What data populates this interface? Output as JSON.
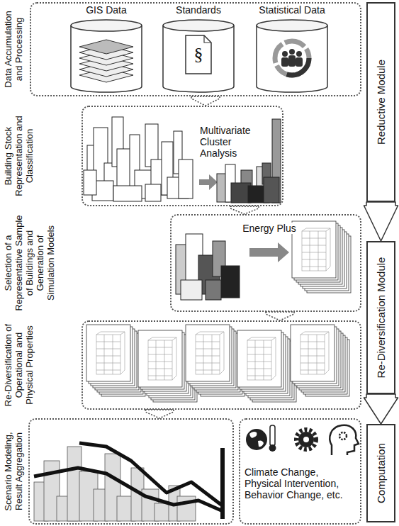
{
  "diagram": {
    "nodes": [
      {
        "text": [
          "Data Accumulation and Processing"
        ]
      },
      {
        "text": [
          "GIS Data"
        ],
        "in": 0
      },
      {
        "text": [
          "Standards",
          "§"
        ],
        "in": 0
      },
      {
        "text": [
          "Statistical Data"
        ],
        "in": 0
      },
      {
        "text": [
          "Building Stock Representation and Classification",
          "Multivariate Cluster Analysis"
        ]
      },
      {
        "text": [
          "Selection of a Representative Sample of Buildings and Generation of Simulation Models",
          "Energy Plus"
        ]
      },
      {
        "text": [
          "Re-Diversification of Operational and Physical Properties"
        ]
      },
      {
        "text": [
          "Scenario Modeling, Result Aggregation"
        ]
      },
      {
        "text": [
          "Climate Change, Physical Intervention, Behavior Change, etc."
        ]
      },
      {
        "text": [
          "Reductive Module"
        ]
      },
      {
        "text": [
          "Re-Diversification Module"
        ]
      },
      {
        "text": [
          "Computation"
        ]
      }
    ],
    "edges": [
      {
        "from": 0,
        "to": 4,
        "arrow": "to"
      },
      {
        "from": 4,
        "to": 5,
        "arrow": "to"
      },
      {
        "from": 5,
        "to": 6,
        "arrow": "to"
      },
      {
        "from": 6,
        "to": 7,
        "arrow": "to"
      },
      {
        "from": 9,
        "to": 10,
        "arrow": "to"
      },
      {
        "from": 10,
        "to": 11,
        "arrow": "to"
      }
    ]
  }
}
